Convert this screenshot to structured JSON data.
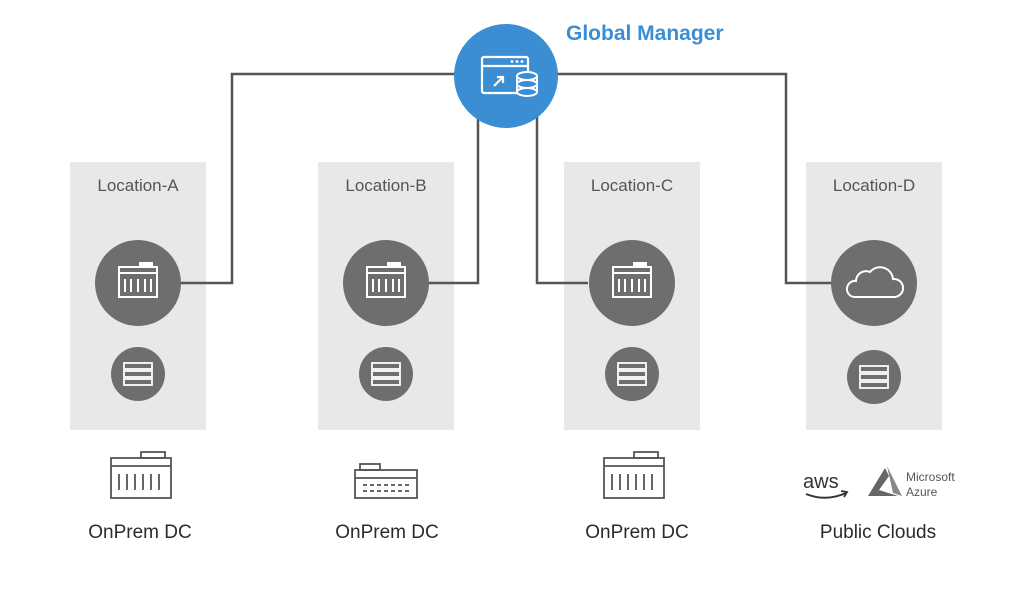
{
  "global_manager": {
    "title": "Global Manager",
    "color": "#3b8ed4"
  },
  "locations": [
    {
      "label": "Location-A",
      "caption": "OnPrem DC",
      "site_icon": "datacenter-icon"
    },
    {
      "label": "Location-B",
      "caption": "OnPrem DC",
      "site_icon": "datacenter-icon"
    },
    {
      "label": "Location-C",
      "caption": "OnPrem DC",
      "site_icon": "datacenter-icon"
    },
    {
      "label": "Location-D",
      "caption": "Public Clouds",
      "site_icon": "cloud-icon"
    }
  ],
  "cloud_logos": {
    "aws": "aws",
    "azure_line1": "Microsoft",
    "azure_line2": "Azure"
  },
  "colors": {
    "panel": "#e8e8e8",
    "node": "#6e6e6e",
    "line": "#555555",
    "accent": "#3b8ed4"
  }
}
